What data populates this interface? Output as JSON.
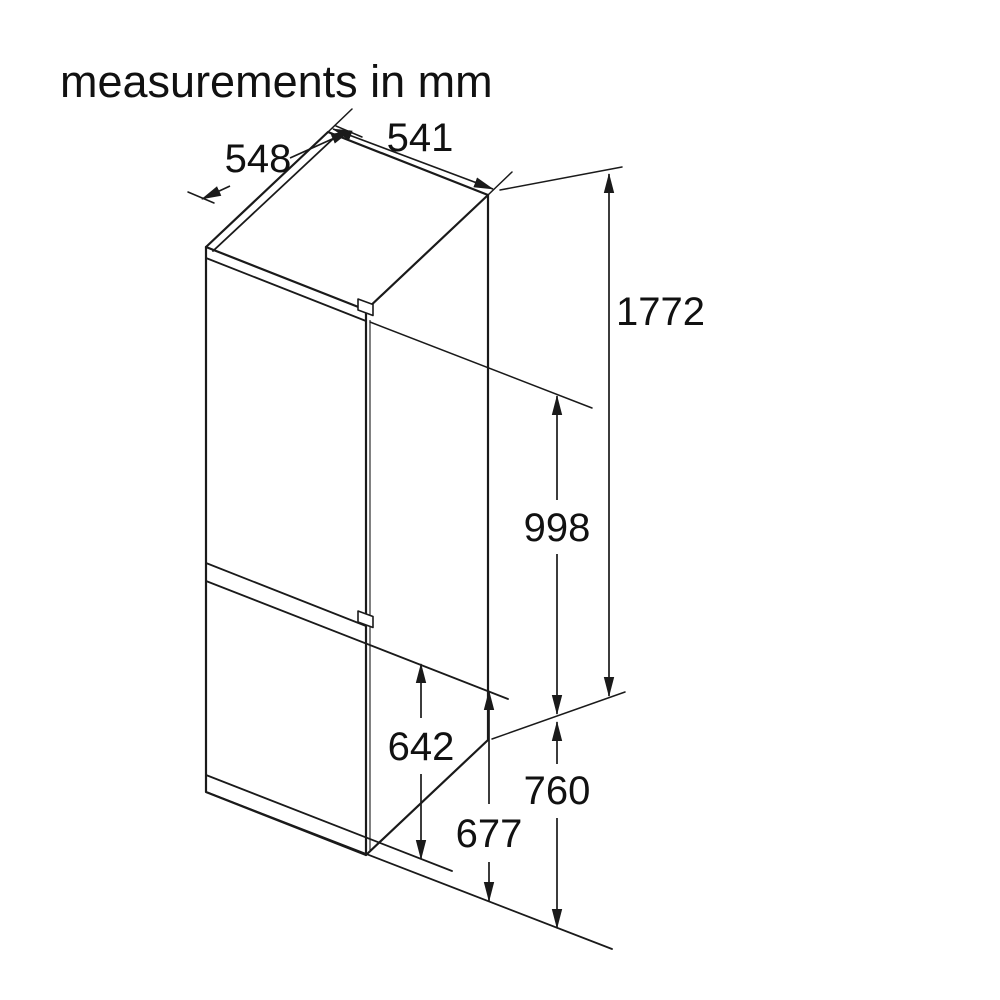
{
  "title": "measurements in mm",
  "diagram": {
    "subject": "fridge-freezer-isometric-dimension-drawing",
    "unit": "mm",
    "labels": {
      "d548": "548",
      "d541": "541",
      "d1772": "1772",
      "d998": "998",
      "d642": "642",
      "d677": "677",
      "d760": "760"
    },
    "measurements": [
      {
        "value": 548,
        "location": "top-depth-edge"
      },
      {
        "value": 541,
        "location": "top-width-edge"
      },
      {
        "value": 1772,
        "location": "overall-height-right"
      },
      {
        "value": 998,
        "location": "upper-section-height"
      },
      {
        "value": 642,
        "location": "lower-door-height"
      },
      {
        "value": 677,
        "location": "lower-section-height"
      },
      {
        "value": 760,
        "location": "bottom-right-height"
      }
    ]
  },
  "colors": {
    "line": "#1a1a1a",
    "background": "#ffffff"
  }
}
